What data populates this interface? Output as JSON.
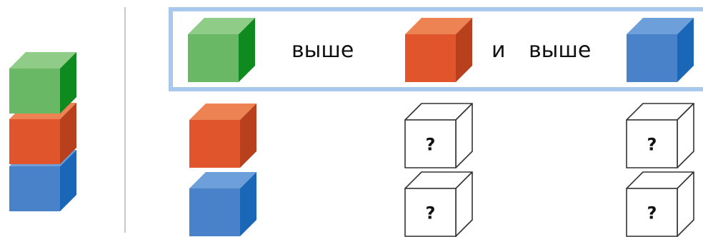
{
  "comparison": {
    "word_higher_1": "выше",
    "word_and": "и",
    "word_higher_2": "выше"
  },
  "unknown_label": "?",
  "colors": {
    "green": {
      "front": "#69b866",
      "top": "#8fcc88",
      "side": "#0f8a1f"
    },
    "red": {
      "front": "#e0552b",
      "top": "#ed8253",
      "side": "#b8401d"
    },
    "blue": {
      "front": "#4a82c9",
      "top": "#6d9fdb",
      "side": "#1967b6"
    },
    "empty": {
      "front": "#ffffff",
      "top": "#ffffff",
      "side": "#ffffff",
      "stroke": "#333333"
    },
    "frame_border": "#a9c9ec",
    "divider": "#c8c8c8"
  }
}
